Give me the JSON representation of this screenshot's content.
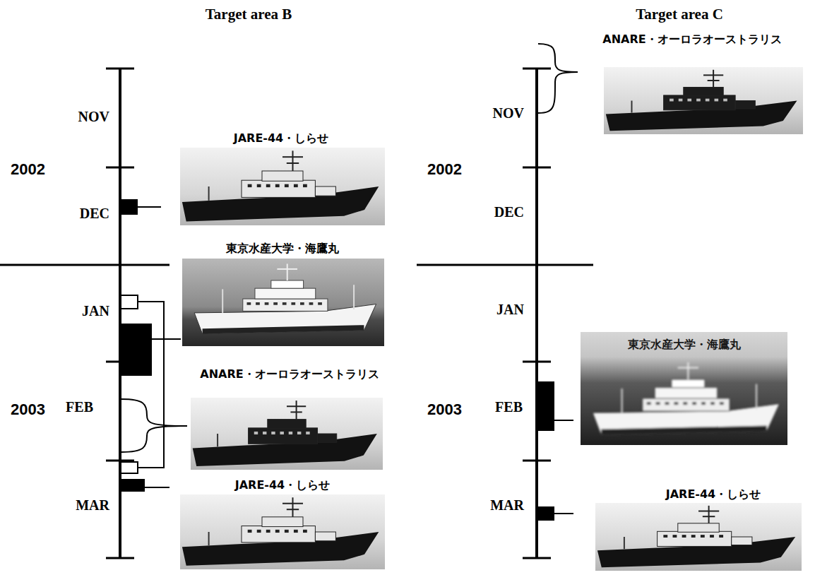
{
  "diagram": {
    "nodes": [
      {
        "text": [
          "JARE-44・しらせ"
        ]
      },
      {
        "text": [
          "東京水産大学・海鷹丸"
        ]
      },
      {
        "text": [
          "ANARE・オーロラオーストラリス"
        ]
      },
      {
        "text": [
          "JARE-44・しらせ"
        ]
      },
      {
        "text": [
          "ANARE・オーロラオーストラリス"
        ]
      },
      {
        "text": [
          "東京水産大学・海鷹丸"
        ]
      },
      {
        "text": [
          "JARE-44・しらせ"
        ]
      }
    ],
    "labels": [
      "Target area B",
      "Target area C",
      "NOV",
      "2002",
      "DEC",
      "JAN",
      "2003",
      "FEB",
      "MAR",
      "NOV",
      "2002",
      "DEC",
      "JAN",
      "2003",
      "FEB",
      "MAR"
    ]
  }
}
